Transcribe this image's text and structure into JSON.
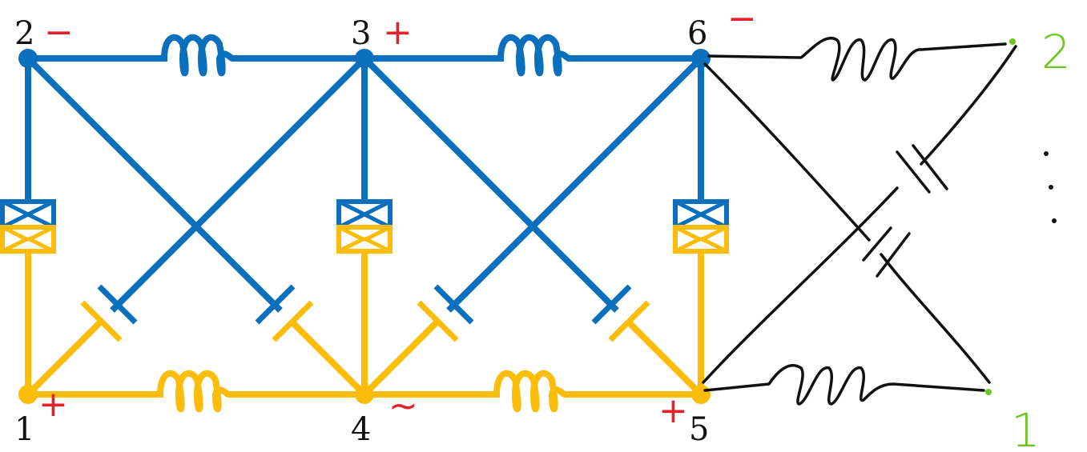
{
  "colors": {
    "blue": "#0a70bd",
    "yellow": "#fbbd0a",
    "ink": "#111111",
    "red": "#e4202a",
    "green": "#6cc524"
  },
  "nodes": {
    "n1": {
      "label": "1",
      "sign": "+"
    },
    "n2": {
      "label": "2",
      "sign": "−"
    },
    "n3": {
      "label": "3",
      "sign": "+"
    },
    "n4": {
      "label": "4",
      "sign": "~"
    },
    "n5": {
      "label": "5",
      "sign": "+"
    },
    "n6": {
      "label": "6",
      "sign": "−"
    }
  },
  "terminals": {
    "t1": {
      "label": "1"
    },
    "t2": {
      "label": "2"
    }
  },
  "ellipsis": "⋮"
}
